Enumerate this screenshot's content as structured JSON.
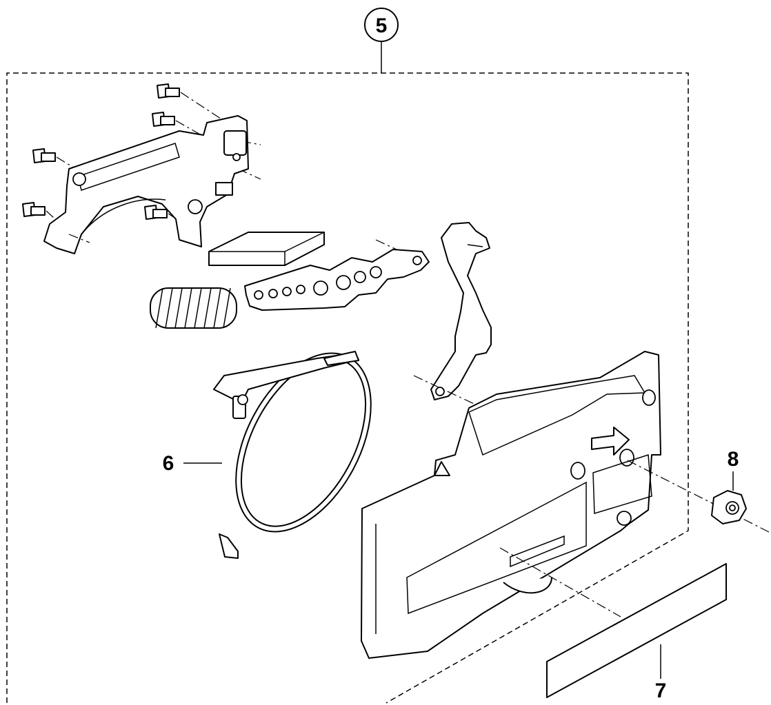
{
  "callouts": {
    "assembly": "5",
    "brake_band": "6",
    "label_plate": "7",
    "nut": "8"
  },
  "colors": {
    "line": "#000000",
    "background": "#ffffff"
  }
}
